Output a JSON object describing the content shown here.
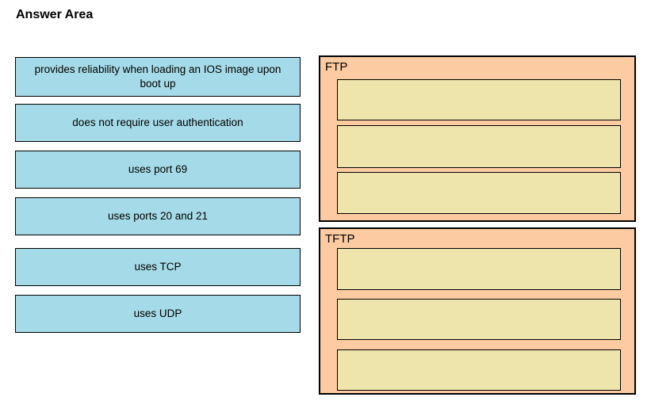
{
  "title": "Answer Area",
  "options": [
    {
      "label": "provides reliability when loading an IOS image upon boot up"
    },
    {
      "label": "does not require user authentication"
    },
    {
      "label": "uses port 69"
    },
    {
      "label": "uses ports 20 and 21"
    },
    {
      "label": "uses TCP"
    },
    {
      "label": "uses UDP"
    }
  ],
  "categories": [
    {
      "label": "FTP",
      "slot_count": 3
    },
    {
      "label": "TFTP",
      "slot_count": 3
    }
  ],
  "colors": {
    "option_fill": "#A5DBE8",
    "category_fill": "#FCCBA2",
    "slot_fill": "#EDE5AB",
    "border": "#000000",
    "text": "#000000",
    "background": "#FFFFFF"
  }
}
